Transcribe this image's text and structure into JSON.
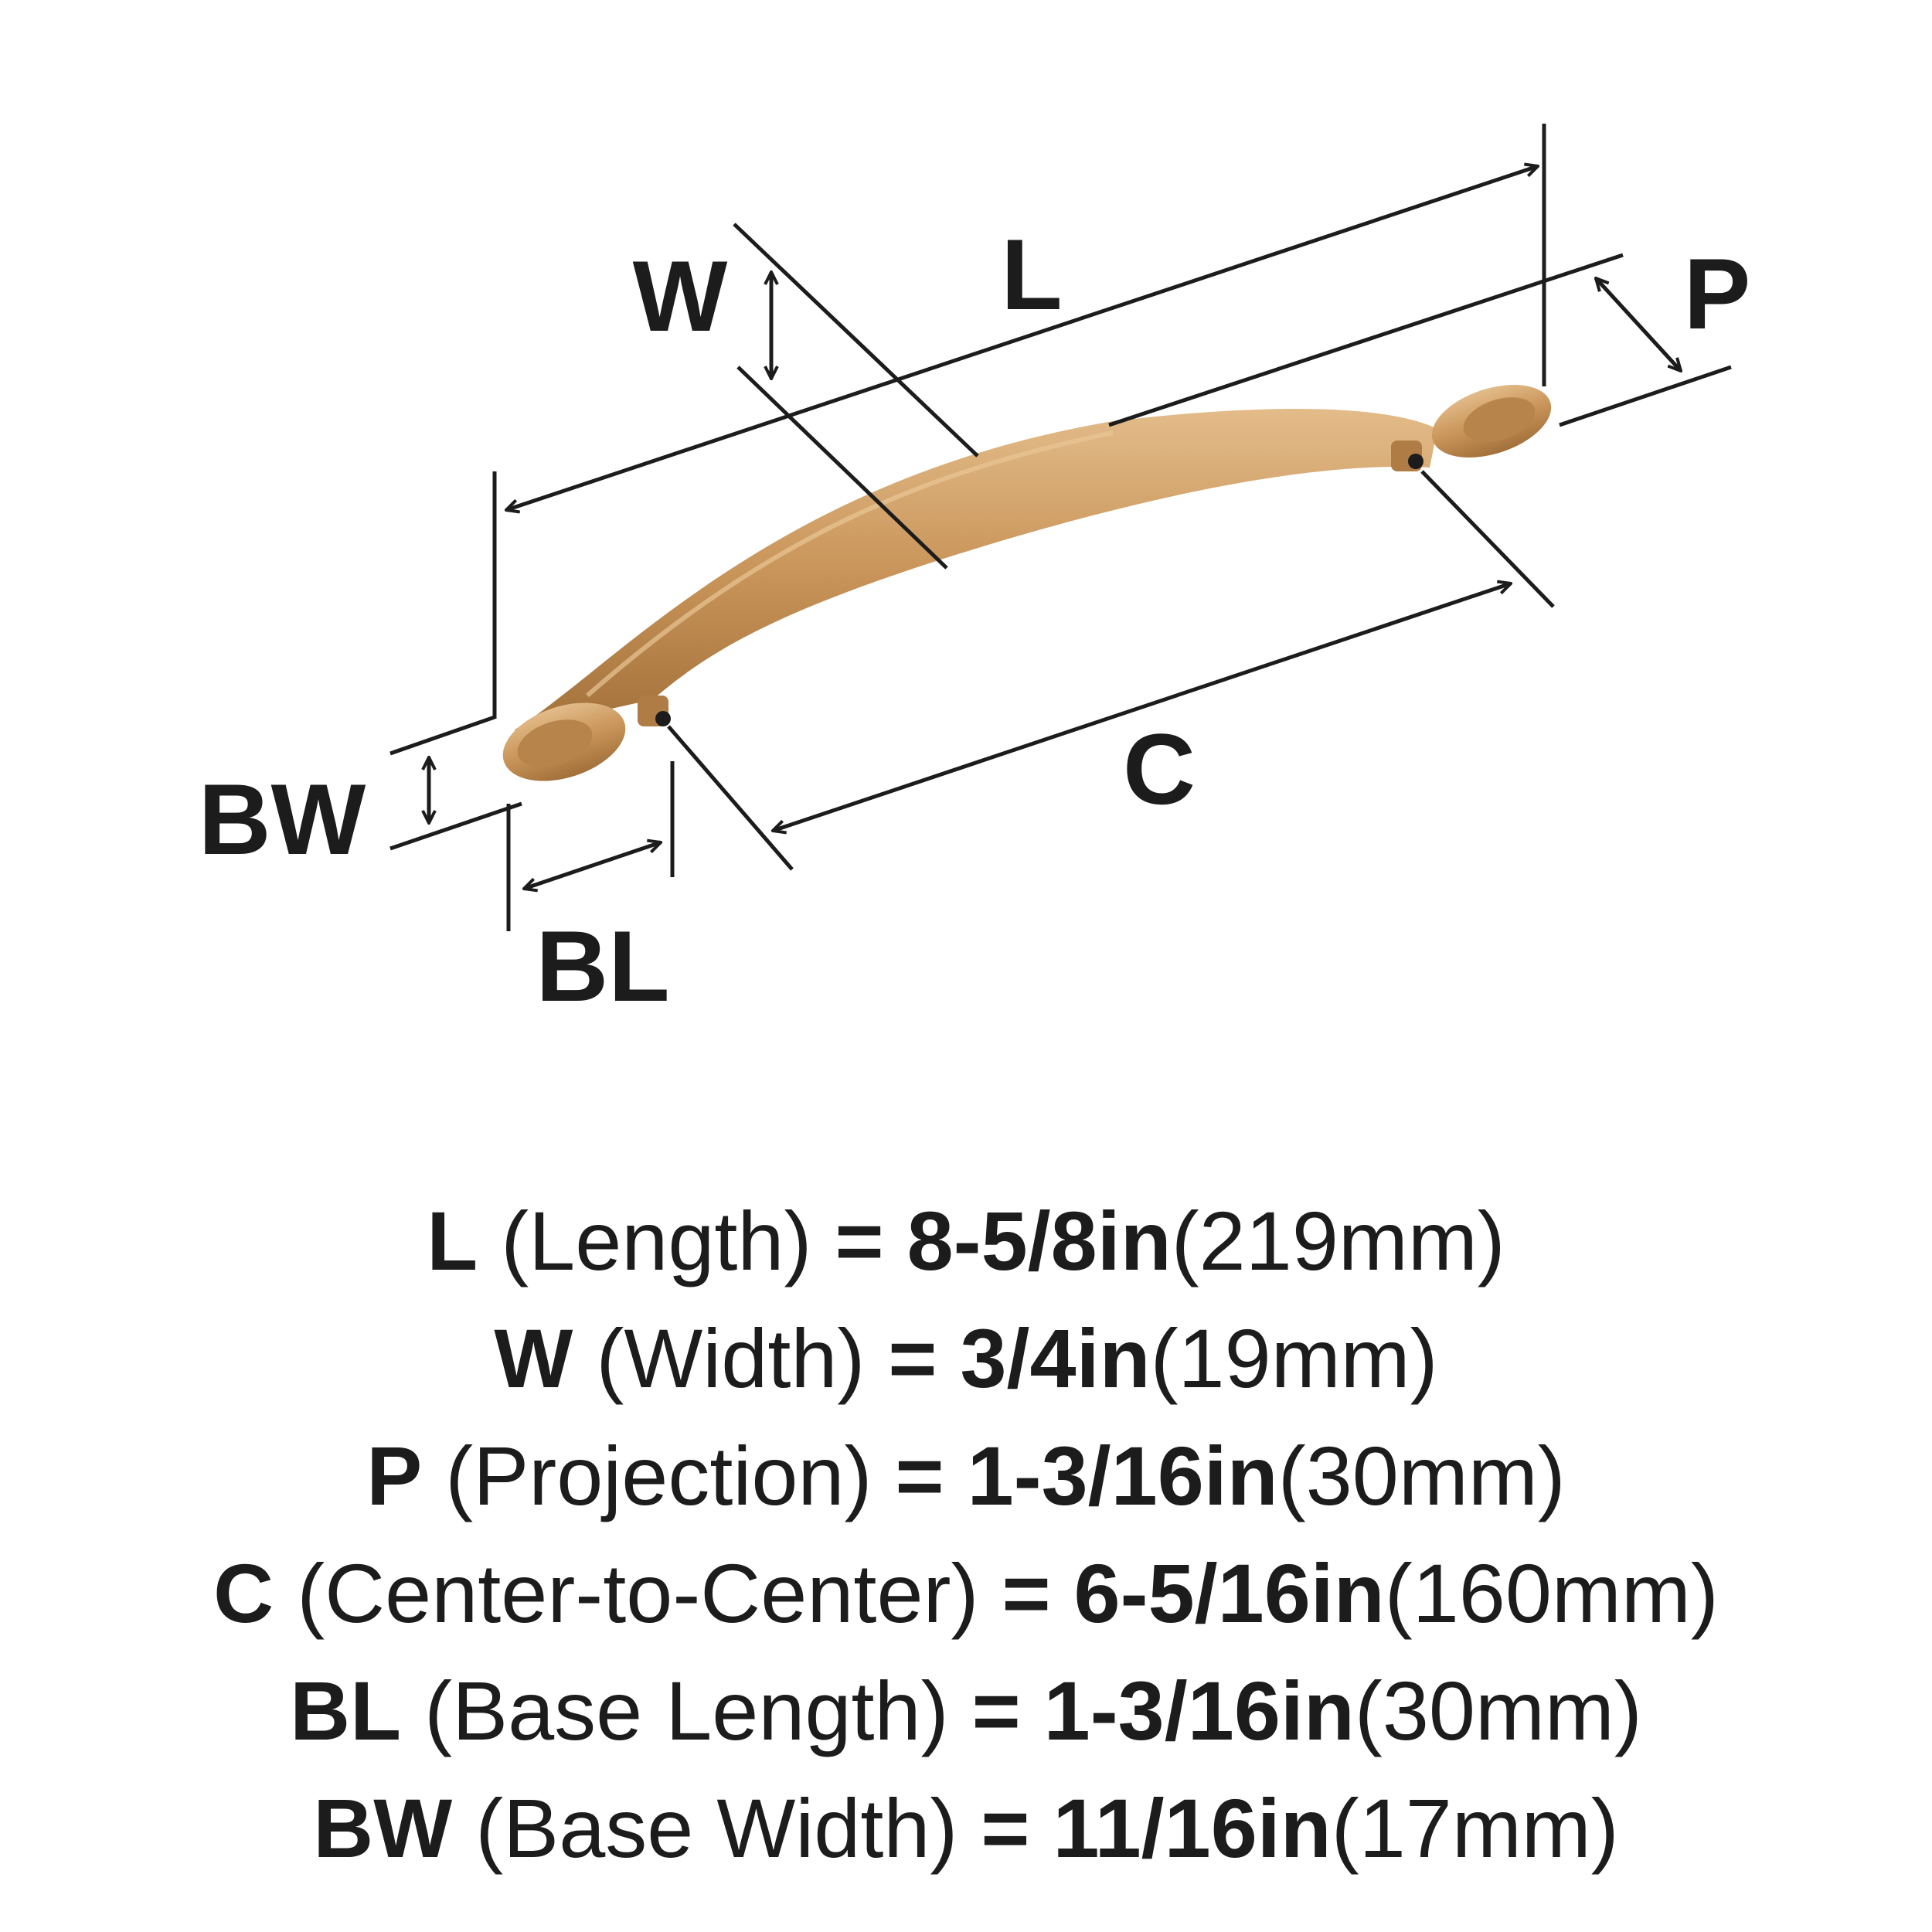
{
  "diagram": {
    "labels": {
      "L": "L",
      "W": "W",
      "P": "P",
      "C": "C",
      "BW": "BW",
      "BL": "BL"
    },
    "colors": {
      "handle_finish": "#C9955A",
      "handle_shadow": "#A2703A",
      "handle_highlight": "#E3BC8A",
      "dimension_lines": "#1c1c1c"
    }
  },
  "specs": [
    {
      "symbol": "L",
      "desc": "(Length)",
      "eq": "=",
      "imperial": "8-5/8in",
      "metric": "(219mm)"
    },
    {
      "symbol": "W",
      "desc": "(Width)",
      "eq": "=",
      "imperial": "3/4in",
      "metric": "(19mm)"
    },
    {
      "symbol": "P",
      "desc": "(Projection)",
      "eq": "=",
      "imperial": "1-3/16in",
      "metric": "(30mm)"
    },
    {
      "symbol": "C",
      "desc": "(Center-to-Center)",
      "eq": "=",
      "imperial": "6-5/16in",
      "metric": "(160mm)"
    },
    {
      "symbol": "BL",
      "desc": "(Base Length)",
      "eq": "=",
      "imperial": "1-3/16in",
      "metric": "(30mm)"
    },
    {
      "symbol": "BW",
      "desc": "(Base Width)",
      "eq": "=",
      "imperial": "11/16in",
      "metric": "(17mm)"
    }
  ]
}
